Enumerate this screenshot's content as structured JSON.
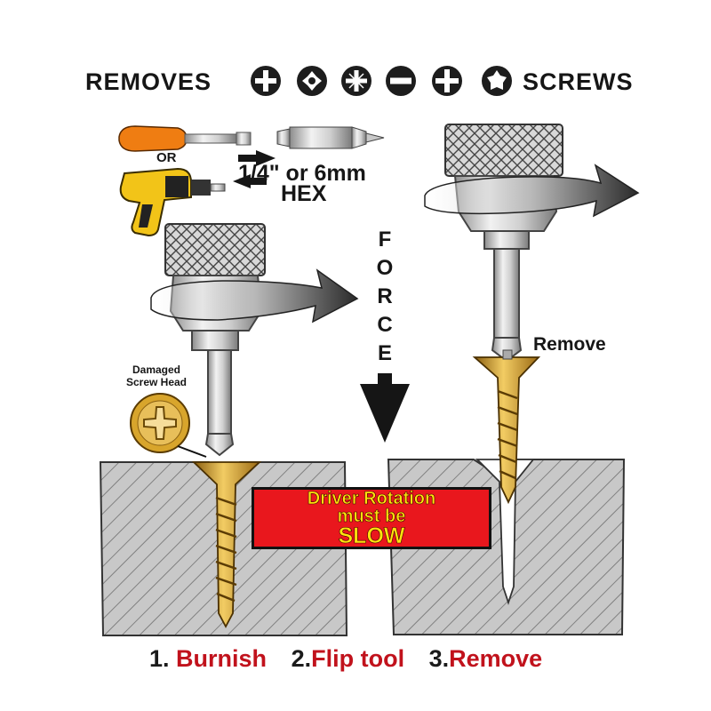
{
  "header": {
    "left_word": "REMOVES",
    "right_word": "SCREWS",
    "drive_icons": [
      "phillips-drive-icon",
      "torx-drive-icon",
      "pozidriv-drive-icon",
      "slotted-drive-icon",
      "square-drive-icon",
      "star-drive-icon"
    ]
  },
  "tools": {
    "or_label": "OR",
    "hex_line1": "1/4\" or 6mm",
    "hex_line2": "HEX"
  },
  "force_label": [
    "F",
    "O",
    "R",
    "C",
    "E"
  ],
  "damaged_label": [
    "Damaged",
    "Screw Head"
  ],
  "remove_label": "Remove",
  "warning": {
    "line1": "Driver Rotation",
    "line2": "must be",
    "line3": "SLOW"
  },
  "steps": [
    {
      "number": "1.",
      "text": "Burnish"
    },
    {
      "number": "2.",
      "text": "Flip tool"
    },
    {
      "number": "3.",
      "text": "Remove"
    }
  ],
  "colors": {
    "warning_bg": "#e9171d",
    "warning_text": "#ffe20c",
    "step_text": "#c1121c",
    "screw_gold": "#d8a52c",
    "drill_yellow": "#f2c418",
    "handle_orange": "#ef7d12",
    "wood_gray": "#c9c9c9"
  }
}
